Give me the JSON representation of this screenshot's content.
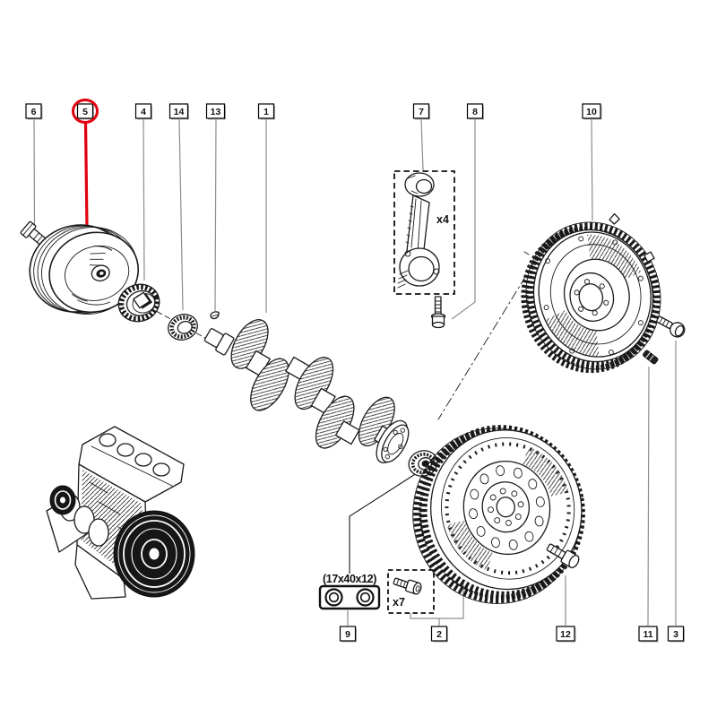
{
  "diagram": {
    "type": "exploded-parts-diagram",
    "subject": "engine crankshaft, pulley and flywheel assembly",
    "highlight_color": "#e1000f",
    "line_color": "#1a1a1a",
    "leader_color": "#8c8c8c",
    "background_color": "#ffffff"
  },
  "callouts": {
    "top": [
      {
        "id": "6",
        "label": "6"
      },
      {
        "id": "5",
        "label": "5",
        "highlighted": true
      },
      {
        "id": "4",
        "label": "4"
      },
      {
        "id": "14",
        "label": "14"
      },
      {
        "id": "13",
        "label": "13"
      },
      {
        "id": "1",
        "label": "1"
      },
      {
        "id": "7",
        "label": "7"
      },
      {
        "id": "8",
        "label": "8"
      },
      {
        "id": "10",
        "label": "10"
      }
    ],
    "bottom": [
      {
        "id": "9",
        "label": "9"
      },
      {
        "id": "2",
        "label": "2"
      },
      {
        "id": "12",
        "label": "12"
      },
      {
        "id": "11",
        "label": "11"
      },
      {
        "id": "3",
        "label": "3"
      }
    ]
  },
  "annotations": {
    "connecting_rod_quantity": "x4",
    "flywheel_bolt_quantity": "x7",
    "bearing_dimensions": "(17x40x12)"
  }
}
